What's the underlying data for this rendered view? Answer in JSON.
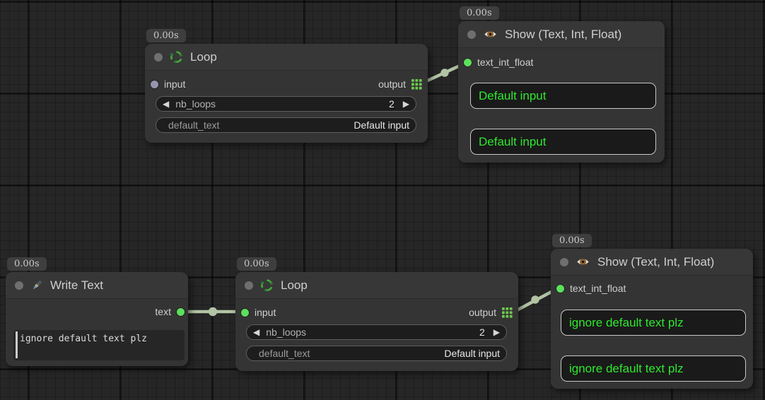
{
  "colors": {
    "socket_connected": "#5ce05c",
    "socket_idle": "#9595ad",
    "link": "#b3c4a5",
    "value_text": "#2ee82e",
    "grid_socket": "#6fc94f"
  },
  "icons": {
    "decrement_arrow": "◀",
    "increment_arrow": "▶"
  },
  "nodes": [
    {
      "id": "loop-top",
      "badge": "0.00s",
      "title": "Loop",
      "input_label": "input",
      "output_label": "output",
      "widgets": [
        {
          "label": "nb_loops",
          "value": "2"
        },
        {
          "label": "default_text",
          "value": "Default input"
        }
      ]
    },
    {
      "id": "show-top",
      "badge": "0.00s",
      "title": "Show (Text, Int, Float)",
      "input_label": "text_int_float",
      "boxes": [
        "Default input",
        "Default input"
      ]
    },
    {
      "id": "write-text",
      "badge": "0.00s",
      "title": "Write Text",
      "output_label": "text",
      "textarea_value": "ignore default text plz"
    },
    {
      "id": "loop-bottom",
      "badge": "0.00s",
      "title": "Loop",
      "input_label": "input",
      "output_label": "output",
      "widgets": [
        {
          "label": "nb_loops",
          "value": "2"
        },
        {
          "label": "default_text",
          "value": "Default input"
        }
      ]
    },
    {
      "id": "show-bottom",
      "badge": "0.00s",
      "title": "Show (Text, Int, Float)",
      "input_label": "text_int_float",
      "boxes": [
        "ignore default text plz",
        "ignore default text plz"
      ]
    }
  ]
}
